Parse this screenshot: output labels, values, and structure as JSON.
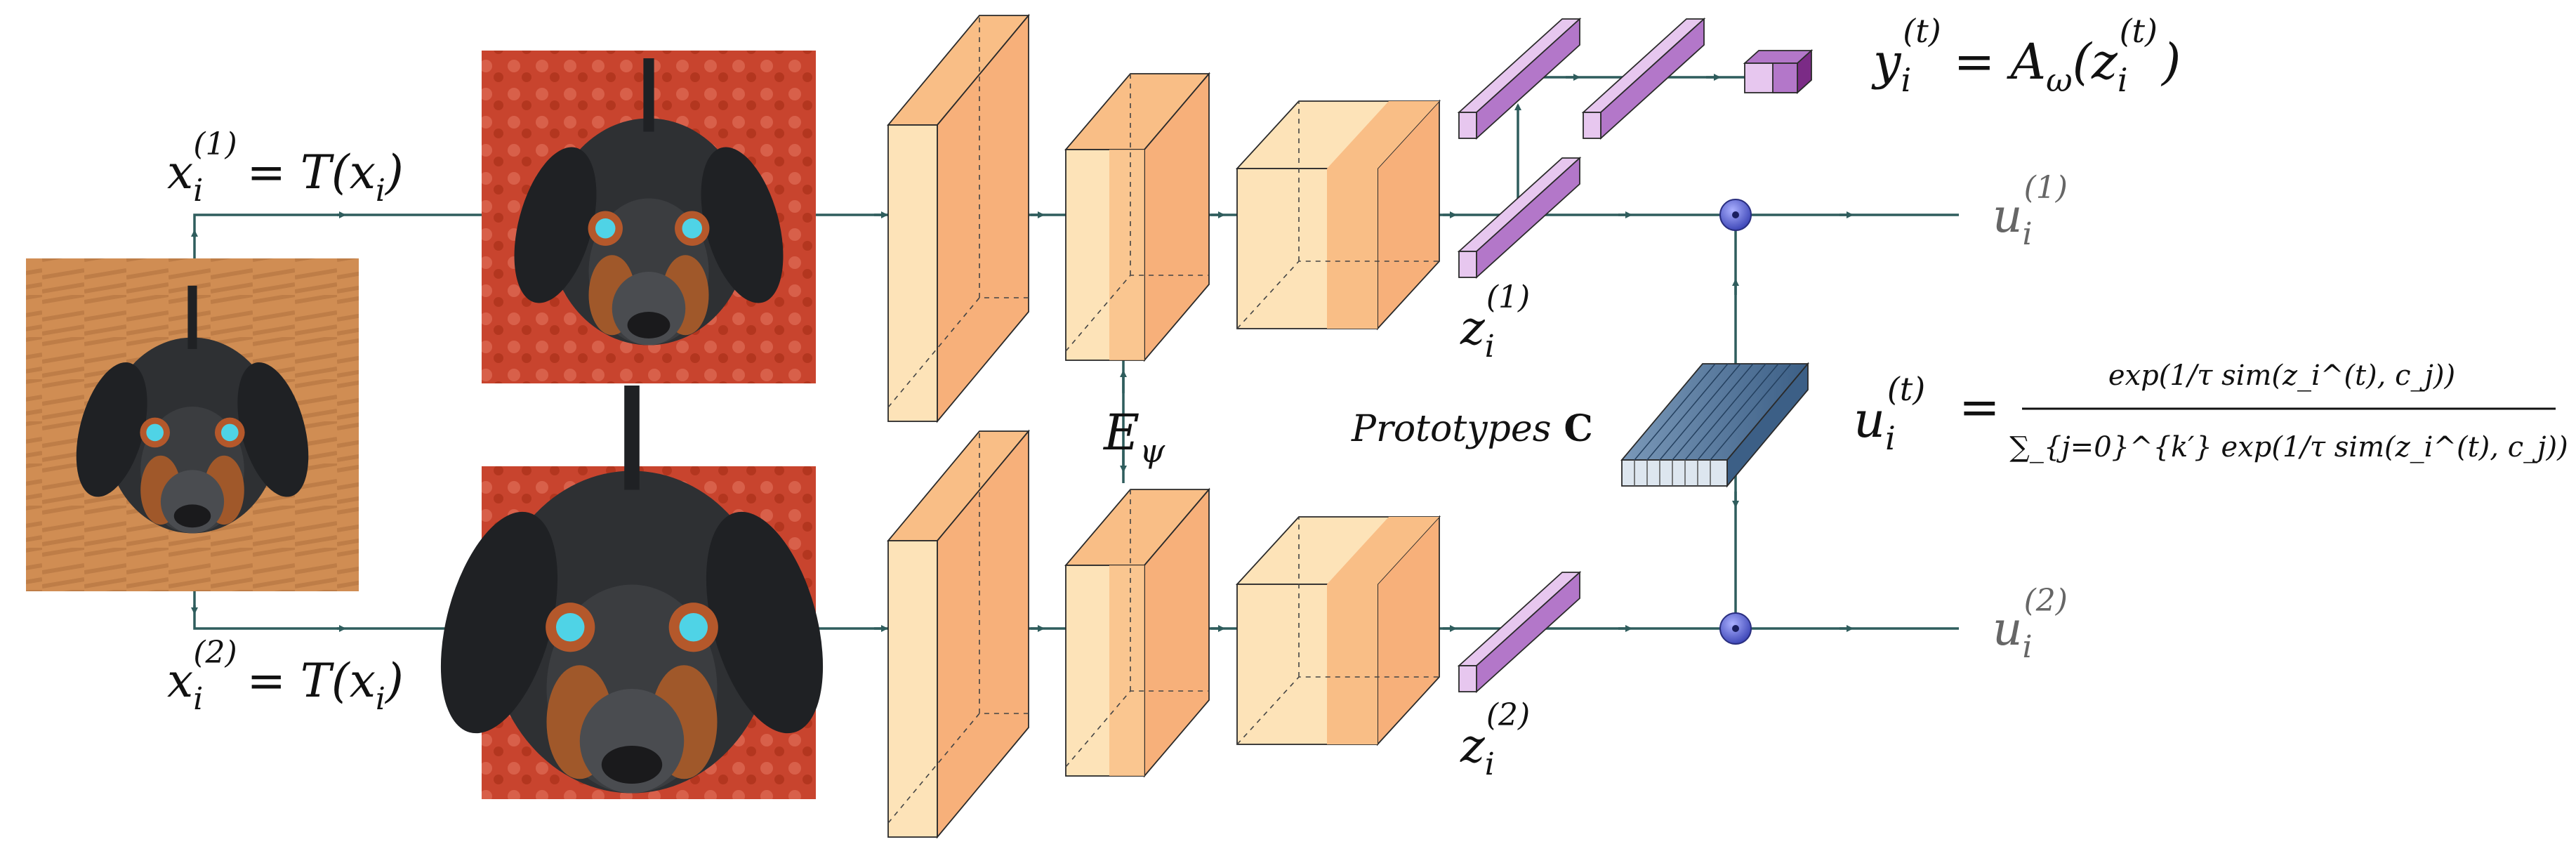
{
  "labels": {
    "view1": {
      "var": "x",
      "sub": "i",
      "sup": "(1)",
      "rhs": "= T(x",
      "rhs_sub": "i",
      "rhs_end": ")"
    },
    "view2": {
      "var": "x",
      "sub": "i",
      "sup": "(2)",
      "rhs": "= T(x",
      "rhs_sub": "i",
      "rhs_end": ")"
    },
    "encoder": {
      "var": "E",
      "sub": "ψ"
    },
    "z1": {
      "var": "z",
      "sub": "i",
      "sup": "(1)"
    },
    "z2": {
      "var": "z",
      "sub": "i",
      "sup": "(2)"
    },
    "u1": {
      "var": "u",
      "sub": "i",
      "sup": "(1)"
    },
    "u2": {
      "var": "u",
      "sub": "i",
      "sup": "(2)"
    },
    "prototypes": {
      "text": "Prototypes",
      "symbol": "C"
    },
    "y_formula": {
      "lhs": "y",
      "lhs_sub": "i",
      "lhs_sup": "(t)",
      "rhs": "= A",
      "rhs_sub": "ω",
      "rhs_arg": "(z",
      "rhs_arg_sub": "i",
      "rhs_arg_sup": "(t)",
      "rhs_end": ")"
    },
    "u_formula": {
      "lhs": "u",
      "lhs_sub": "i",
      "lhs_sup": "(t)",
      "eq": "=",
      "numerator": "exp(1/τ sim(z_i^(t), c_j))",
      "denominator": "∑_{j=0}^{k′} exp(1/τ sim(z_i^(t), c_j))"
    }
  },
  "colors": {
    "flow": "#2f5d5d",
    "block_front": "#fde3b8",
    "block_side": "#f9be86",
    "block_accent": "#f7b07a",
    "proj_light": "#e7c7ef",
    "proj_dark": "#b377c9",
    "proj_output": "#7b2b86",
    "prototype": "#4a6f93",
    "node": "#5560c8"
  },
  "icons": {
    "images": [
      "dog-photo-original",
      "dog-photo-augmented-1",
      "dog-photo-augmented-2"
    ]
  }
}
